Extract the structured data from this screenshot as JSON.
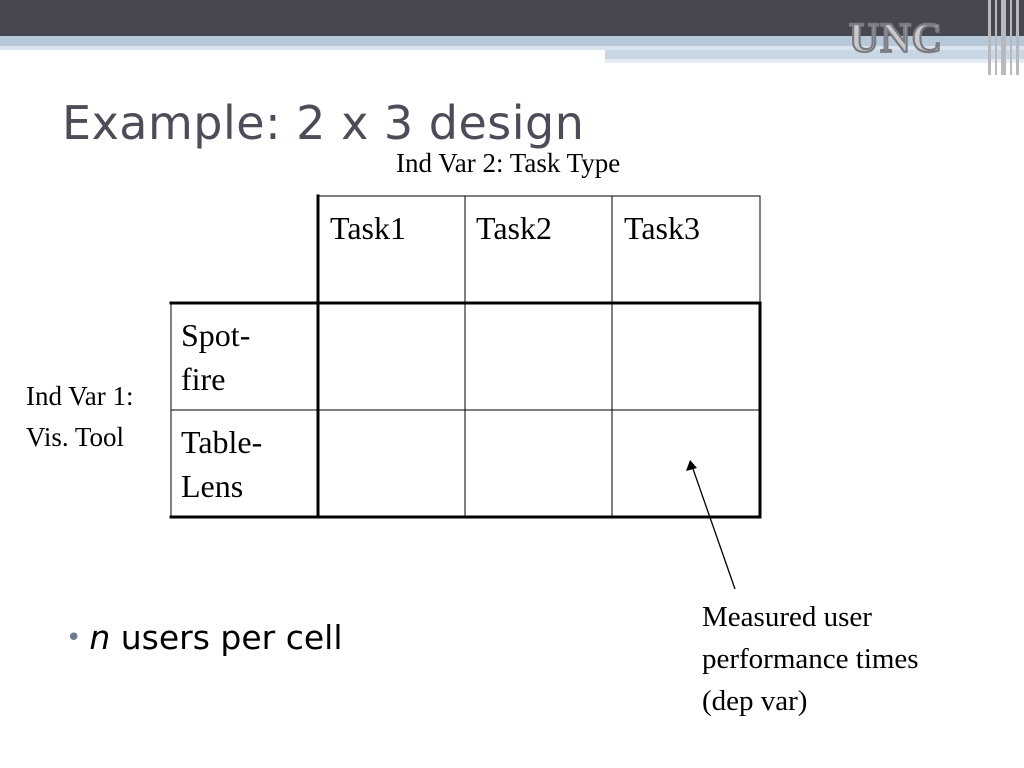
{
  "header": {
    "logo_text": "UNC"
  },
  "slide": {
    "title": "Example:  2 x 3 design"
  },
  "design_table": {
    "col_var_label": "Ind Var 2:  Task Type",
    "row_var_label_lines": [
      "Ind Var 1:",
      "Vis. Tool"
    ],
    "columns": [
      "Task1",
      "Task2",
      "Task3"
    ],
    "rows": [
      {
        "label_lines": [
          "Spot-",
          "fire"
        ]
      },
      {
        "label_lines": [
          "Table-",
          "Lens"
        ]
      }
    ]
  },
  "annotation": {
    "lines": [
      "Measured user",
      "performance times",
      "(dep var)"
    ]
  },
  "bullets": [
    {
      "emphasis": "n",
      "text": " users per cell"
    }
  ]
}
